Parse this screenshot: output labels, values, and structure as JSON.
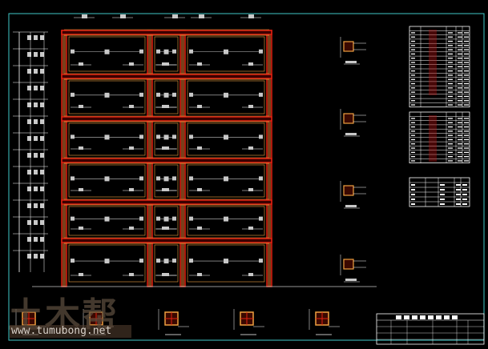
{
  "drawing": {
    "type": "CAD structural frame reinforcement elevation",
    "floors": 6,
    "spans": 3,
    "border_color": "#3fc8c8",
    "beam_color": "#e02010",
    "beam_edge_color": "#f0a040",
    "line_color": "#ffffff",
    "dim_color": "#c8c8c8"
  },
  "tables": [
    {
      "name": "table-1",
      "rows": 19
    },
    {
      "name": "table-2",
      "rows": 12
    },
    {
      "name": "table-3",
      "rows": 6
    }
  ],
  "title_block": {
    "rows": 4
  },
  "watermark": {
    "logo": "土木帮",
    "url": "www.tumubong.net"
  }
}
